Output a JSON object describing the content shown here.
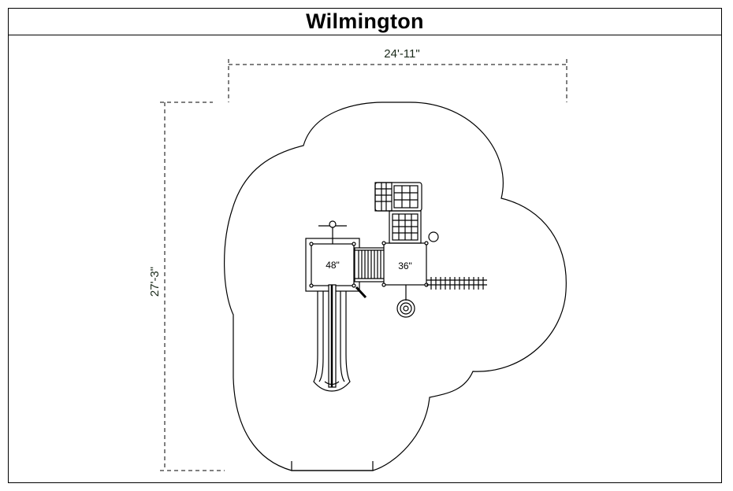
{
  "title": "Wilmington",
  "dimensions": {
    "width": "24'-11\"",
    "depth": "27'-3\""
  },
  "decks": [
    {
      "label": "48\""
    },
    {
      "label": "36\""
    }
  ],
  "colors": {
    "line": "#000000",
    "dimension_text": "#1a2a1a",
    "background": "#ffffff"
  }
}
